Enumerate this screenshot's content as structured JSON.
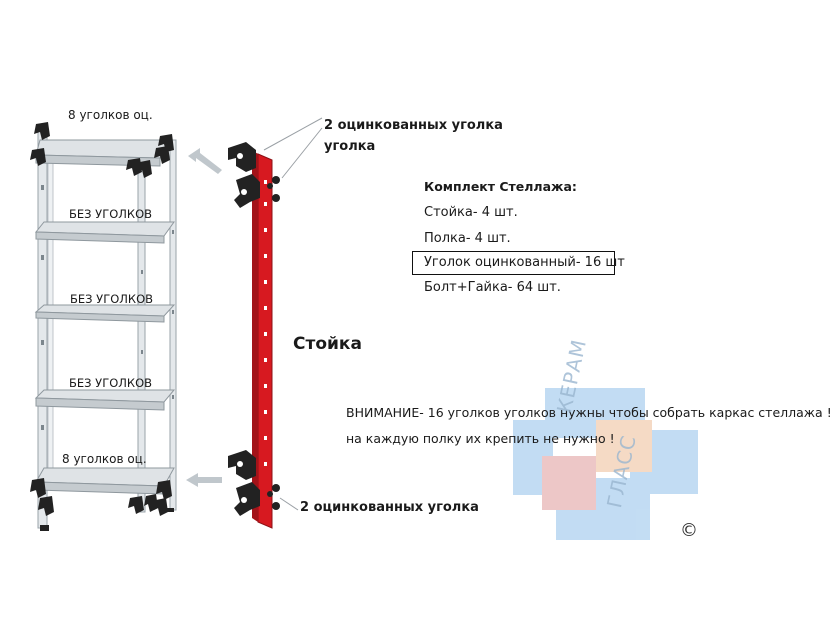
{
  "rack": {
    "top_label": "8 уголков оц.",
    "mid_labels": [
      "БЕЗ УГОЛКОВ",
      "БЕЗ УГОЛКОВ",
      "БЕЗ УГОЛКОВ"
    ],
    "bottom_label": "8 уголков оц."
  },
  "post": {
    "title": "Стойка",
    "top_callout_line1": "2 оцинкованных уголка",
    "top_callout_line2": "уголка",
    "bottom_callout": "2 оцинкованных уголка"
  },
  "kit": {
    "title": "Комплект Стеллажа:",
    "items": [
      "Стойка- 4 шт.",
      "Полка- 4 шт.",
      "Уголок оцинкованный- 16 шт",
      "Болт+Гайка- 64 шт."
    ]
  },
  "warning": {
    "line1": "ВНИМАНИЕ- 16 уголков уголков нужны чтобы собрать каркас стеллажа !",
    "line2": "на каждую полку их крепить не нужно !"
  },
  "watermark": {
    "text1": "КЕРАМ",
    "text2": "ГЛАСС",
    "copyright": "©"
  },
  "colors": {
    "post_red": "#d71920",
    "metal": "#dfe3e6",
    "corner_black": "#222222",
    "wm_blue": "#bcd9f2",
    "wm_peach": "#f4d7bf",
    "wm_pink": "#ecc2c2"
  }
}
